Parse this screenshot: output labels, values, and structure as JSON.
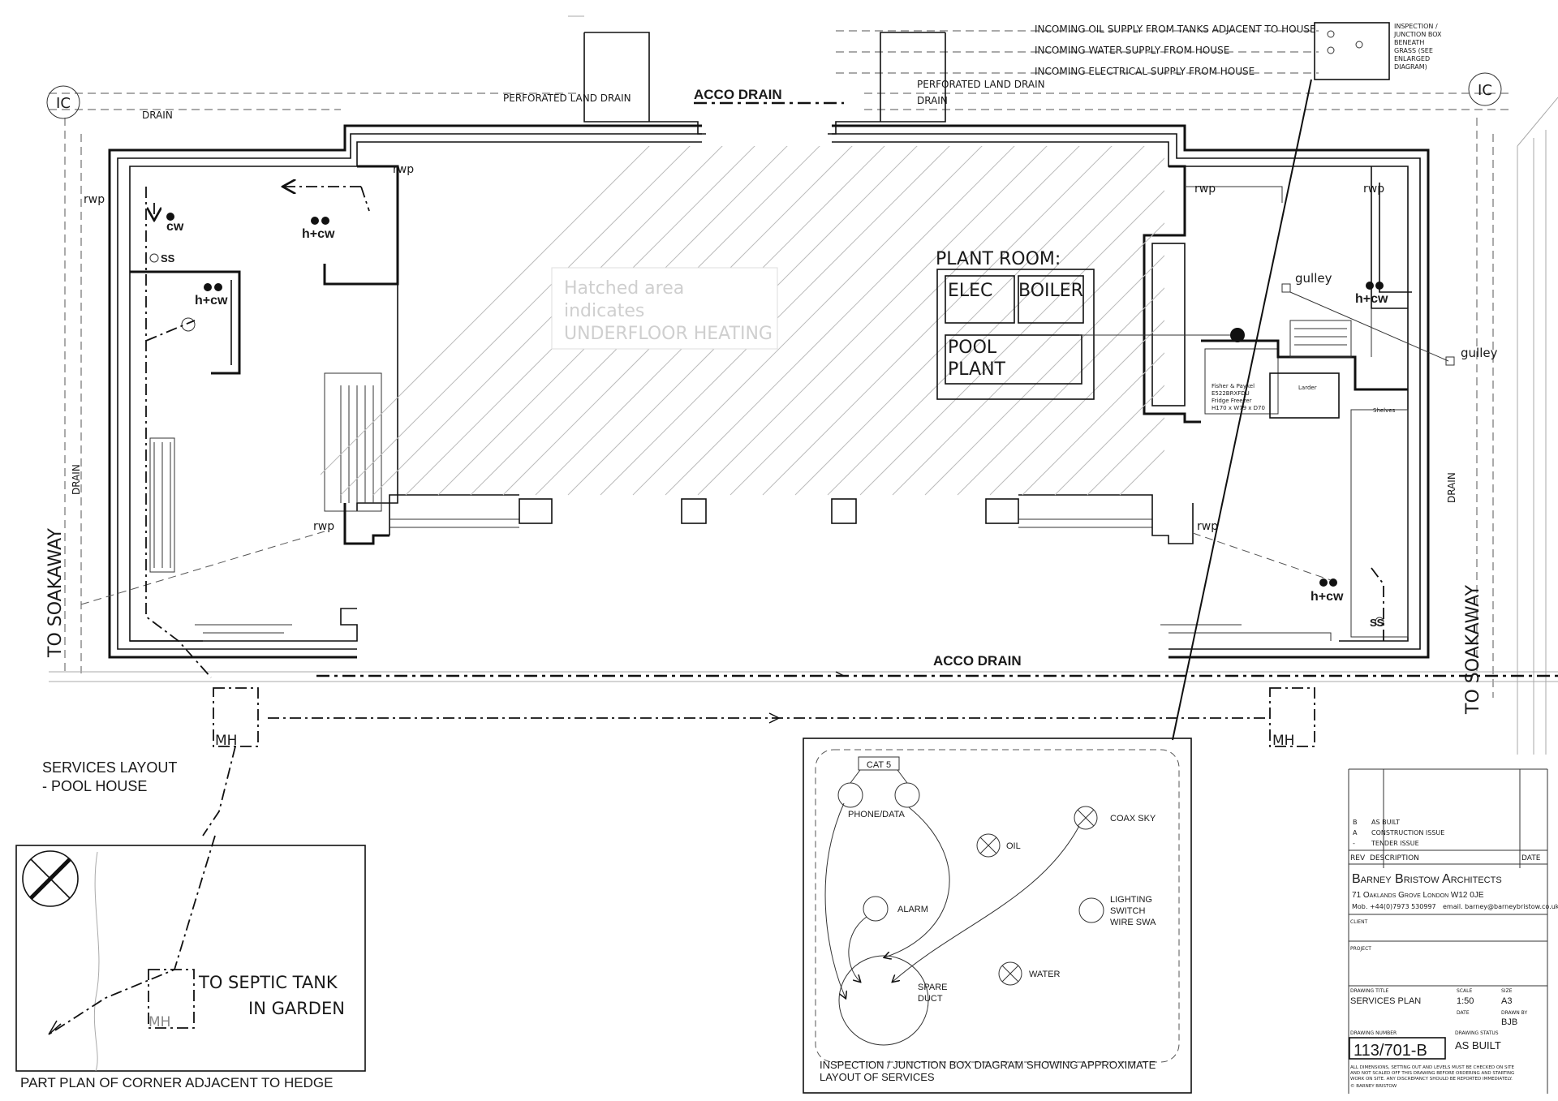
{
  "plan": {
    "ic_label": "IC",
    "drain": "DRAIN",
    "perforated_land_drain": "PERFORATED LAND DRAIN",
    "acco_drain": "ACCO DRAIN",
    "rwp": "rwp",
    "cw": "cw",
    "hcw": "h+cw",
    "ss": "SS",
    "gulley": "gulley",
    "to_soakaway": "TO SOAKAWAY",
    "mh": "MH",
    "hatch_note_1": "Hatched area",
    "hatch_note_2": "indicates",
    "hatch_note_3": "UNDERFLOOR HEATING",
    "plant_room": "PLANT ROOM:",
    "elec": "ELEC",
    "boiler": "BOILER",
    "pool": "POOL",
    "plant": "PLANT",
    "fridge_1": "Fisher & Paykel",
    "fridge_2": "E522BRXFDU",
    "fridge_3": "Fridge Freezer",
    "fridge_4": "H170 x W79 x D70",
    "larder": "Larder",
    "shelves": "Shelves"
  },
  "supply_notes": {
    "oil": "INCOMING OIL SUPPLY FROM TANKS ADJACENT TO HOUSE",
    "water": "INCOMING WATER SUPPLY FROM HOUSE",
    "electric": "INCOMING ELECTRICAL SUPPLY FROM HOUSE",
    "inspection_1": "INSPECTION /",
    "inspection_2": "JUNCTION BOX",
    "inspection_3": "BENEATH",
    "inspection_4": "GRASS (SEE",
    "inspection_5": "ENLARGED",
    "inspection_6": "DIAGRAM)"
  },
  "titles": {
    "services_1": "SERVICES LAYOUT",
    "services_2": "- POOL HOUSE",
    "part_plan": "PART PLAN OF CORNER ADJACENT TO HEDGE",
    "septic_1": "TO SEPTIC TANK",
    "septic_2": "IN GARDEN"
  },
  "junction_box": {
    "cat5": "CAT 5",
    "phone": "PHONE/DATA",
    "oil": "OIL",
    "coax": "COAX SKY",
    "alarm": "ALARM",
    "lighting_1": "LIGHTING",
    "lighting_2": "SWITCH",
    "lighting_3": "WIRE SWA",
    "spare_1": "SPARE",
    "spare_2": "DUCT",
    "water": "WATER",
    "caption_1": "INSPECTION / JUNCTION BOX DIAGRAM SHOWING APPROXIMATE",
    "caption_2": "LAYOUT OF SERVICES"
  },
  "title_block": {
    "rev_b": "B",
    "rev_b_desc": "AS BUILT",
    "rev_a": "A",
    "rev_a_desc": "CONSTRUCTION ISSUE",
    "rev_dash": "-",
    "rev_dash_desc": "TENDER ISSUE",
    "rev_hdr": "REV",
    "desc_hdr": "DESCRIPTION",
    "date_hdr": "DATE",
    "firm": "Barney Bristow Architects",
    "address": "71 Oaklands Grove  London  W12 0JE",
    "mob": "Mob. +44(0)7973 530997",
    "email": "email. barney@barneybristow.co.uk",
    "client": "CLIENT",
    "project": "PROJECT",
    "drawing_title_lbl": "DRAWING TITLE",
    "drawing_title": "SERVICES PLAN",
    "scale_lbl": "SCALE",
    "scale": "1:50",
    "size_lbl": "SIZE",
    "size": "A3",
    "date_lbl": "DATE",
    "drawn_lbl": "DRAWN BY",
    "drawn": "BJB",
    "number_lbl": "DRAWING NUMBER",
    "number": "113/701-B",
    "status_lbl": "DRAWING STATUS",
    "status": "AS BUILT",
    "disclaimer_1": "ALL DIMENSIONS, SETTING OUT AND LEVELS MUST BE CHECKED ON SITE",
    "disclaimer_2": "AND NOT SCALED OFF THIS DRAWING BEFORE ORDERING AND STARTING",
    "disclaimer_3": "WORK ON SITE. ANY DISCREPANCY SHOULD BE REPORTED IMMEDIATELY.",
    "copyright": "© BARNEY BRISTOW"
  }
}
